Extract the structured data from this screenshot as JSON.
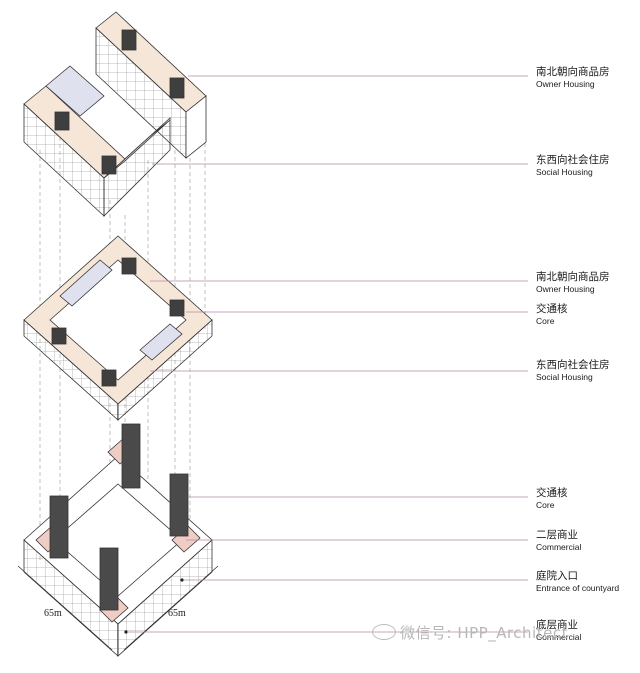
{
  "labels": [
    {
      "zh": "南北朝向商品房",
      "en": "Owner Housing"
    },
    {
      "zh": "东西向社会住房",
      "en": "Social Housing"
    },
    {
      "zh": "南北朝向商品房",
      "en": "Owner Housing"
    },
    {
      "zh": "交通核",
      "en": "Core"
    },
    {
      "zh": "东西向社会住房",
      "en": "Social Housing"
    },
    {
      "zh": "交通核",
      "en": "Core"
    },
    {
      "zh": "二层商业",
      "en": "Commercial"
    },
    {
      "zh": "庭院入口",
      "en": "Entrance of countyard"
    },
    {
      "zh": "底层商业",
      "en": "Commercial"
    }
  ],
  "dimensions": {
    "left": "65m",
    "right": "65m"
  },
  "watermark": "微信号: HPP_Architect",
  "colors": {
    "owner_housing": "#f6e6d8",
    "social_housing": "#dfe2ee",
    "core": "#4a4a4a",
    "commercial": "#f0cdc4",
    "leader_line": "#b48aa6",
    "outline": "#333333"
  }
}
